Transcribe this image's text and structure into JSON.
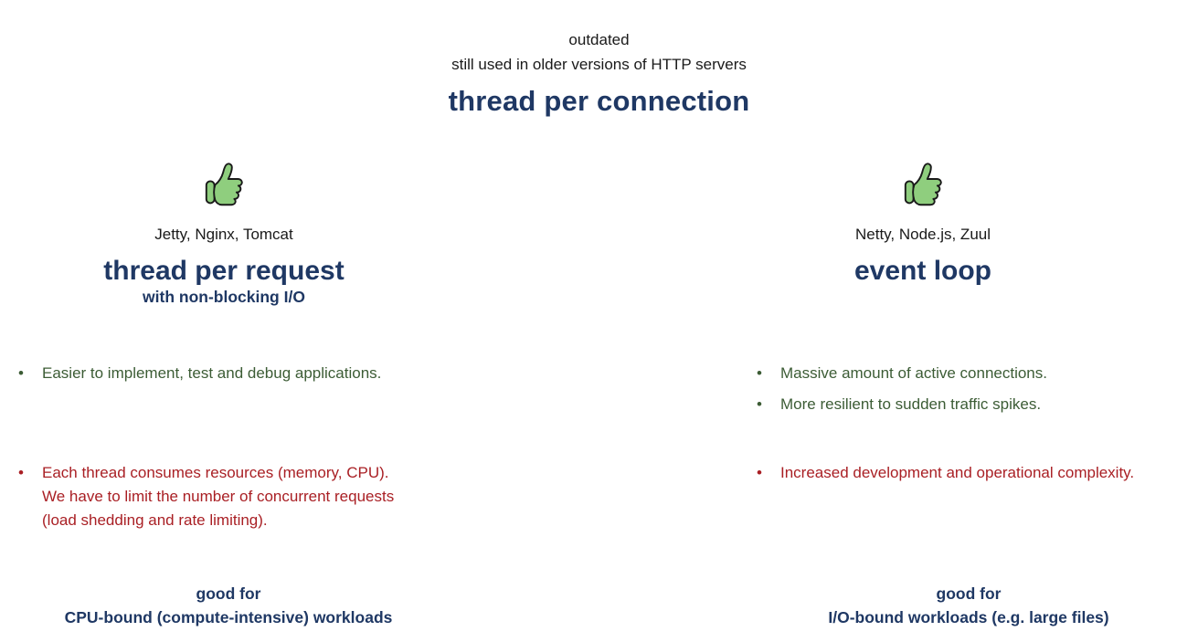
{
  "header": {
    "note_line1": "outdated",
    "note_line2": "still used in older versions of HTTP servers",
    "title": "thread per connection"
  },
  "glyphs": {
    "bullet": "•",
    "thumbs_up": "thumbs-up"
  },
  "colors": {
    "title_navy": "#1f3864",
    "pro_green": "#3c5c35",
    "con_red": "#a91f24",
    "icon_green": "#8fce7e",
    "icon_outline": "#1a1a1a"
  },
  "columns": [
    {
      "id": "thread-per-request",
      "apps": "Jetty, Nginx, Tomcat",
      "title": "thread per request",
      "subtitle": "with non-blocking I/O",
      "pros": [
        "Easier to implement, test and debug applications."
      ],
      "cons": [
        "Each thread consumes resources (memory, CPU).\nWe have to limit the number of concurrent requests\n(load shedding and rate limiting)."
      ],
      "footer_line1": "good for",
      "footer_line2": "CPU-bound (compute-intensive) workloads"
    },
    {
      "id": "event-loop",
      "apps": "Netty, Node.js, Zuul",
      "title": "event loop",
      "subtitle": "",
      "pros": [
        "Massive amount of active connections.",
        "More resilient to sudden traffic spikes."
      ],
      "cons": [
        "Increased development and operational complexity."
      ],
      "footer_line1": "good for",
      "footer_line2": "I/O-bound workloads (e.g. large files)"
    }
  ]
}
